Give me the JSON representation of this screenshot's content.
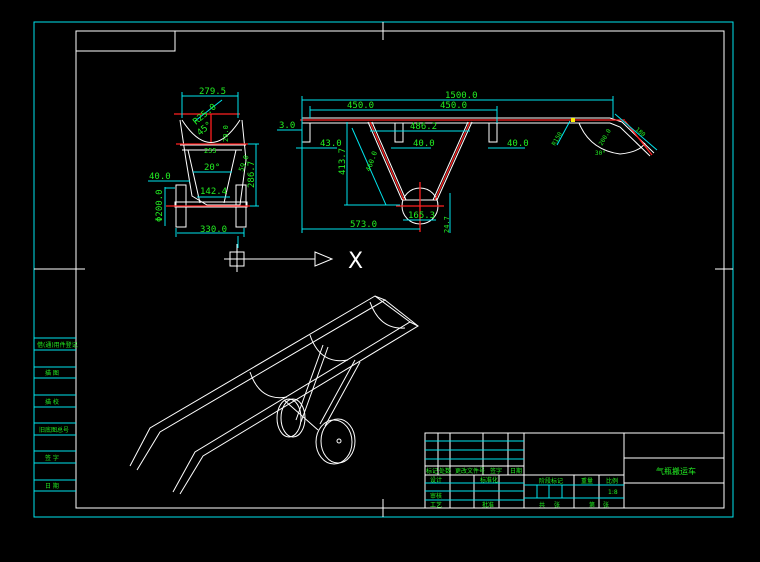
{
  "drawing": {
    "colors": {
      "frame": "#00e5ee",
      "outline": "#ffffff",
      "centerline": "#ff2020",
      "text": "#22ee22",
      "background": "#000000"
    },
    "front_view_dims": {
      "width_top": "279.5",
      "radius": "R25.0",
      "angle": "45°",
      "d20": "20.0",
      "inner_top": "255",
      "angle2": "20°",
      "d40": "40.0",
      "inner_bottom": "142.4",
      "height": "286.7",
      "wheel_dia": "Φ200.0",
      "overall": "330.0",
      "leg": "59.0"
    },
    "side_view_dims": {
      "total": "1500.0",
      "half1": "450.0",
      "half2": "450.0",
      "offset": "3.0",
      "span": "486.2",
      "d43": "43.0",
      "d40a": "40.0",
      "d40b": "40.0",
      "height": "413.7",
      "leg": "460.0",
      "base": "573.0",
      "wheel_gap": "165.3",
      "wheel_off": "24.7",
      "bend_r": "R150",
      "bend_len": "200.0",
      "angle": "30°",
      "handle": "180"
    },
    "view_arrow_label": "X",
    "title_block": {
      "title": "气瓶搬运车",
      "row_labels": [
        "标记",
        "处数",
        "更改文件号",
        "签字",
        "日期"
      ],
      "design": "设计",
      "standard": "标准化",
      "review": "审核",
      "process": "工艺",
      "approve": "批准",
      "stage_mark": "阶段标记",
      "weight": "重量",
      "scale_label": "比例",
      "scale_value": "1:8",
      "sheets_total": "共",
      "sheet": "张",
      "sheet_no": "第",
      "sheet2": "张"
    },
    "side_strip": [
      "借(通)用件登记",
      "描 图",
      "描 校",
      "旧底图总号",
      "签 字",
      "日 期"
    ]
  }
}
